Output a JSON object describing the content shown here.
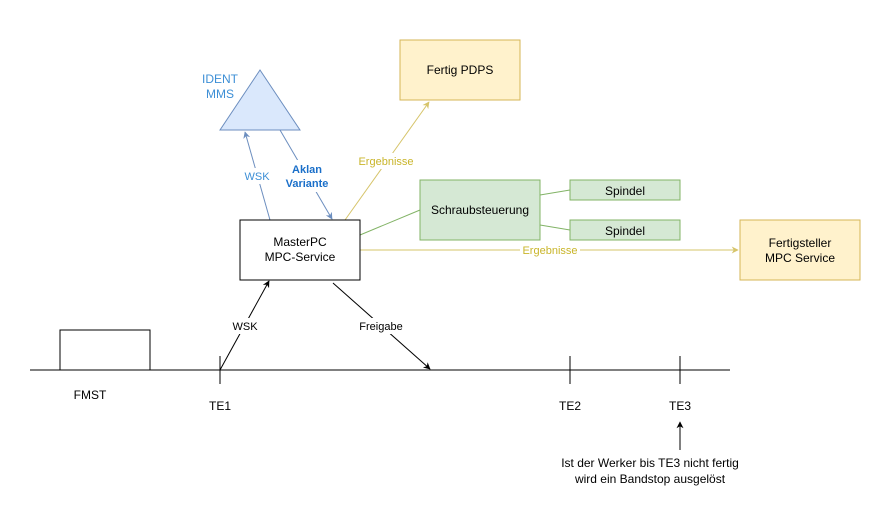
{
  "colors": {
    "line": "#000000",
    "blue_fill": "#dae8fc",
    "blue_stroke": "#6c8ebf",
    "blue_text": "#3d8fd6",
    "aklan_text": "#1a6fc9",
    "yellow_fill": "#fff2cc",
    "yellow_stroke": "#d6b656",
    "yellow_line": "#d6c46a",
    "yellow_text": "#c9b52a",
    "green_fill": "#d5e8d4",
    "green_stroke": "#82b366"
  },
  "nodes": {
    "ident": [
      "IDENT",
      "MMS"
    ],
    "fertig_pdps": "Fertig PDPS",
    "master": [
      "MasterPC",
      "MPC-Service"
    ],
    "schraub": "Schraubsteuerung",
    "spindel_1": "Spindel",
    "spindel_2": "Spindel",
    "fertigsteller": [
      "Fertigsteller",
      "MPC Service"
    ],
    "fmst_box": ""
  },
  "edges": {
    "wsk_up": "WSK",
    "aklan": [
      "Aklan",
      "Variante"
    ],
    "ergebnisse_1": "Ergebnisse",
    "ergebnisse_2": "Ergebnisse",
    "wsk_lower": "WSK",
    "freigabe": "Freigabe"
  },
  "stations": {
    "fmst": "FMST",
    "te1": "TE1",
    "te2": "TE2",
    "te3": "TE3"
  },
  "note": [
    "Ist der Werker bis TE3 nicht fertig",
    "wird ein Bandstop ausgelöst"
  ]
}
